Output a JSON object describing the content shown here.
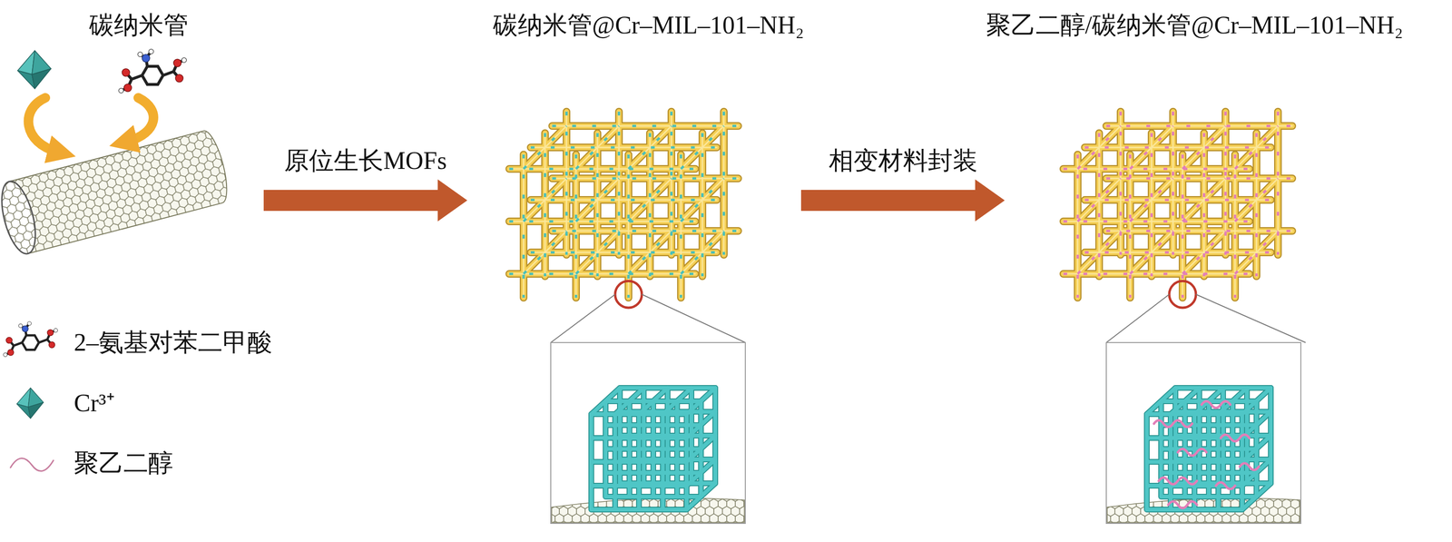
{
  "diagram": {
    "nodes": [
      {
        "text": [
          "碳纳米管"
        ]
      },
      {
        "text": [
          "碳纳米管@Cr–MIL–101–NH₂"
        ]
      },
      {
        "text": [
          "聚乙二醇/碳纳米管@Cr–MIL–101–NH₂"
        ]
      }
    ],
    "edges": [
      {
        "from": 0,
        "to": 1,
        "arrow": "to",
        "label": "原位生长MOFs"
      },
      {
        "from": 1,
        "to": 2,
        "arrow": "to",
        "label": "相变材料封装"
      }
    ],
    "legend": [
      {
        "text": "2–氨基对苯二甲酸"
      },
      {
        "text": "Cr³⁺"
      },
      {
        "text": "聚乙二醇"
      }
    ]
  }
}
